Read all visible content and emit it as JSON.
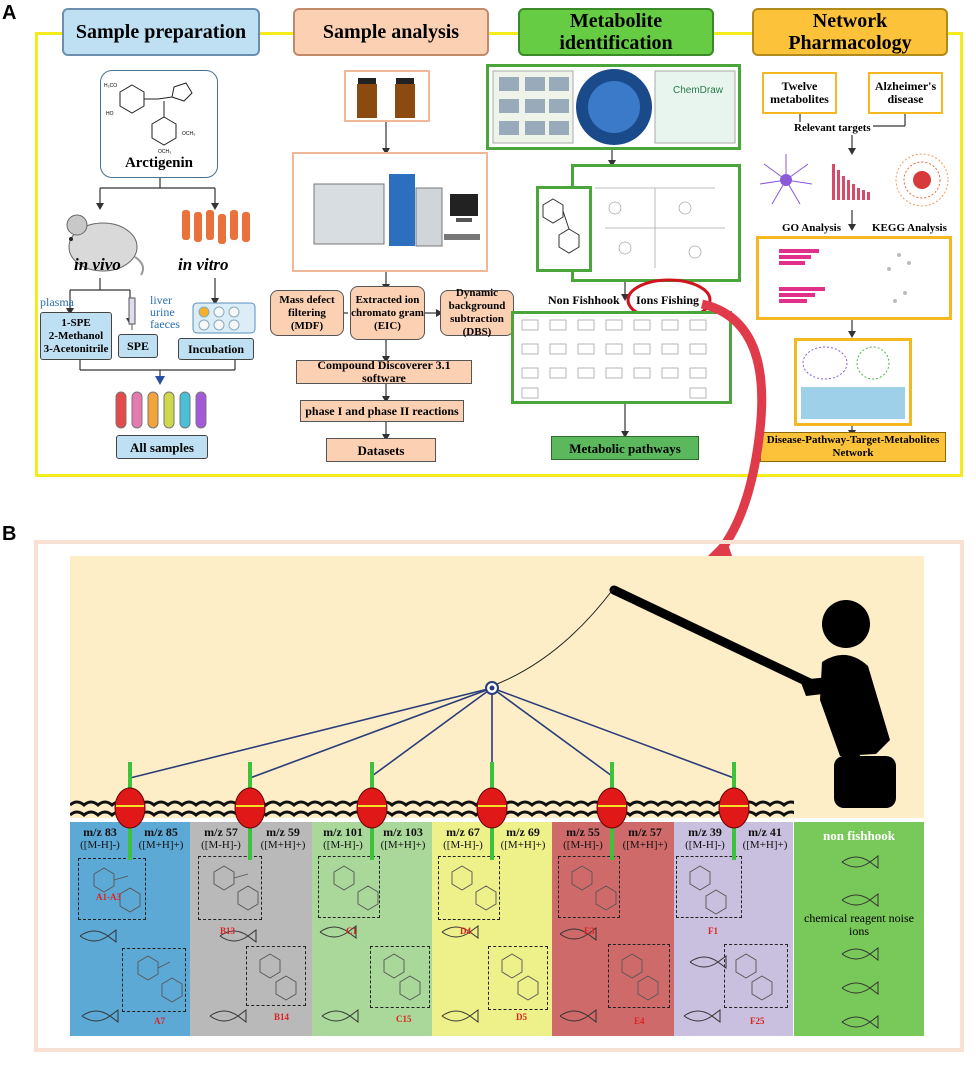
{
  "panels": {
    "a": "A",
    "b": "B"
  },
  "headers": [
    {
      "text": "Sample preparation",
      "bg": "#bfe0f3",
      "border": "#6c8fb0"
    },
    {
      "text": "Sample analysis",
      "bg": "#fbd0b3",
      "border": "#c28a6a"
    },
    {
      "text": "Metabolite identification",
      "bg": "#66cc44",
      "border": "#3a8a28"
    },
    {
      "text": "Network Pharmacology",
      "bg": "#fbc23a",
      "border": "#b08a1a"
    }
  ],
  "prep": {
    "compound": "Arctigenin",
    "in_vivo": "in vivo",
    "in_vitro": "in vitro",
    "plasma": "plasma",
    "liver": "liver",
    "urine": "urine",
    "faeces": "faeces",
    "spe_methods": "1-SPE\n2-Methanol\n3-Acetonitrile",
    "spe": "SPE",
    "incubation": "Incubation",
    "all_samples": "All samples"
  },
  "analysis": {
    "mdf": "Mass defect filtering (MDF)",
    "eic": "Extracted ion chromato gram (EIC)",
    "dbs": "Dynamic background subtraction (DBS)",
    "cd": "Compound Discoverer 3.1 software",
    "reactions": "phase I and phase II reactions",
    "datasets": "Datasets"
  },
  "ident": {
    "software": "ChemDraw",
    "non_fishhook": "Non Fishhook",
    "ions_fishing": "Ions Fishing",
    "pathways": "Metabolic pathways"
  },
  "network": {
    "twelve": "Twelve metabolites",
    "ad": "Alzheimer's disease",
    "targets": "Relevant targets",
    "go": "GO Analysis",
    "kegg": "KEGG Analysis",
    "network": "Disease-Pathway-Target-Metabolites Network"
  },
  "strips": [
    {
      "color": "#5da9d6",
      "mz_left": "m/z 83",
      "ion_left": "([M-H]-)",
      "mz_right": "m/z 85",
      "ion_right": "([M+H]+)",
      "top": "A1-A3",
      "bottom": "A7"
    },
    {
      "color": "#b9b9b9",
      "mz_left": "m/z 57",
      "ion_left": "([M-H]-)",
      "mz_right": "m/z 59",
      "ion_right": "([M+H]+)",
      "top": "B13",
      "bottom": "B14"
    },
    {
      "color": "#a9d89a",
      "mz_left": "m/z 101",
      "ion_left": "([M-H]-)",
      "mz_right": "m/z 103",
      "ion_right": "([M+H]+)",
      "top": "C1",
      "bottom": "C15"
    },
    {
      "color": "#eef08a",
      "mz_left": "m/z 67",
      "ion_left": "([M-H]-)",
      "mz_right": "m/z 69",
      "ion_right": "([M+H]+)",
      "top": "D4",
      "bottom": "D5"
    },
    {
      "color": "#cf6a6a",
      "mz_left": "m/z 55",
      "ion_left": "([M-H]-)",
      "mz_right": "m/z 57",
      "ion_right": "([M+H]+)",
      "top": "E3",
      "bottom": "E4"
    },
    {
      "color": "#c8c0de",
      "mz_left": "m/z 39",
      "ion_left": "([M-H]-)",
      "mz_right": "m/z 41",
      "ion_right": "([M+H]+)",
      "top": "F1",
      "bottom": "F25"
    }
  ],
  "nonfish": {
    "title": "non fishhook",
    "text": "chemical reagent noise ions",
    "color": "#79c85a"
  }
}
